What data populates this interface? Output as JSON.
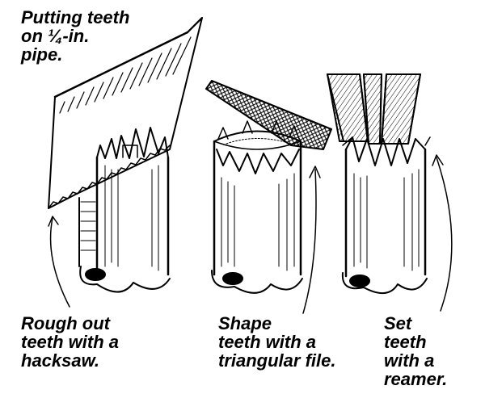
{
  "captions": {
    "title": [
      "Putting teeth",
      "on ¼-in.",
      "pipe."
    ],
    "rough_out": [
      "Rough out",
      "teeth with a",
      "hacksaw."
    ],
    "shape": [
      "Shape",
      "teeth with a",
      "triangular file."
    ],
    "set": [
      "Set",
      "teeth",
      "with a",
      "reamer."
    ]
  },
  "steps": [
    {
      "tool": "hacksaw-icon"
    },
    {
      "tool": "triangular-file-icon"
    },
    {
      "tool": "reamer-icon"
    }
  ]
}
